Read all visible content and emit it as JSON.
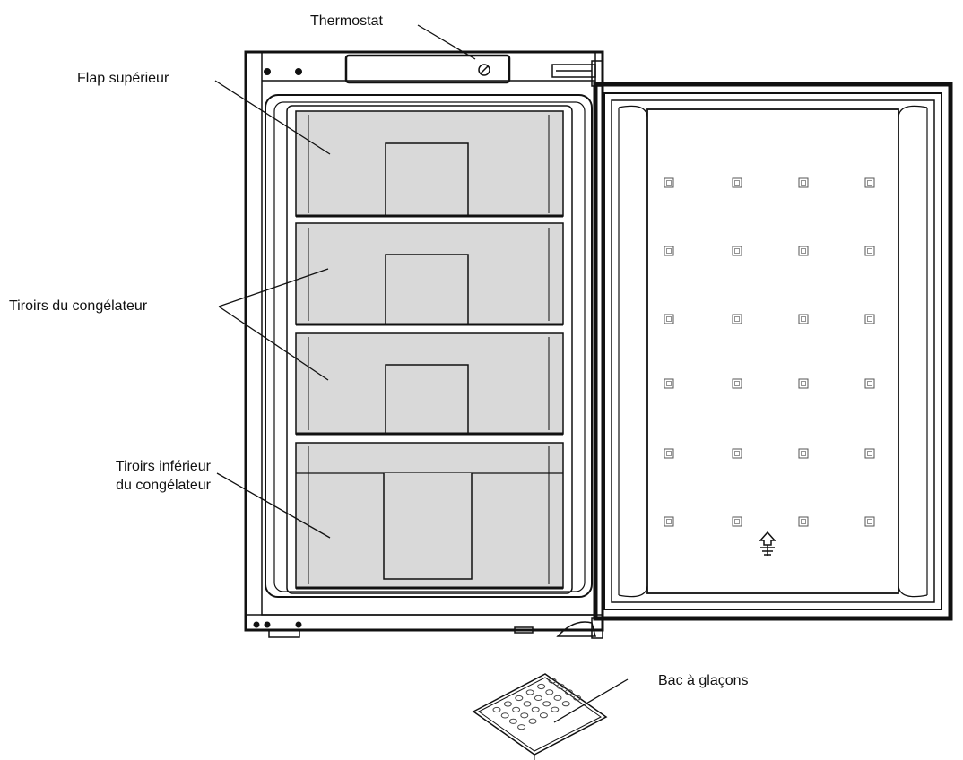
{
  "labels": {
    "thermostat": "Thermostat",
    "flap_superieur": "Flap supérieur",
    "tiroirs_congelateur": "Tiroirs du congélateur",
    "tiroirs_inferieur_line1": "Tiroirs inférieur",
    "tiroirs_inferieur_line2": "du congélateur",
    "bac_glacons": "Bac à glaçons"
  },
  "colors": {
    "line": "#111111",
    "drawer_fill": "#d9d9d9",
    "background": "#ffffff"
  },
  "icons": {
    "door_symbol": "freezer-snowflake-symbol-icon",
    "thermostat_knob": "thermostat-knob-icon"
  }
}
